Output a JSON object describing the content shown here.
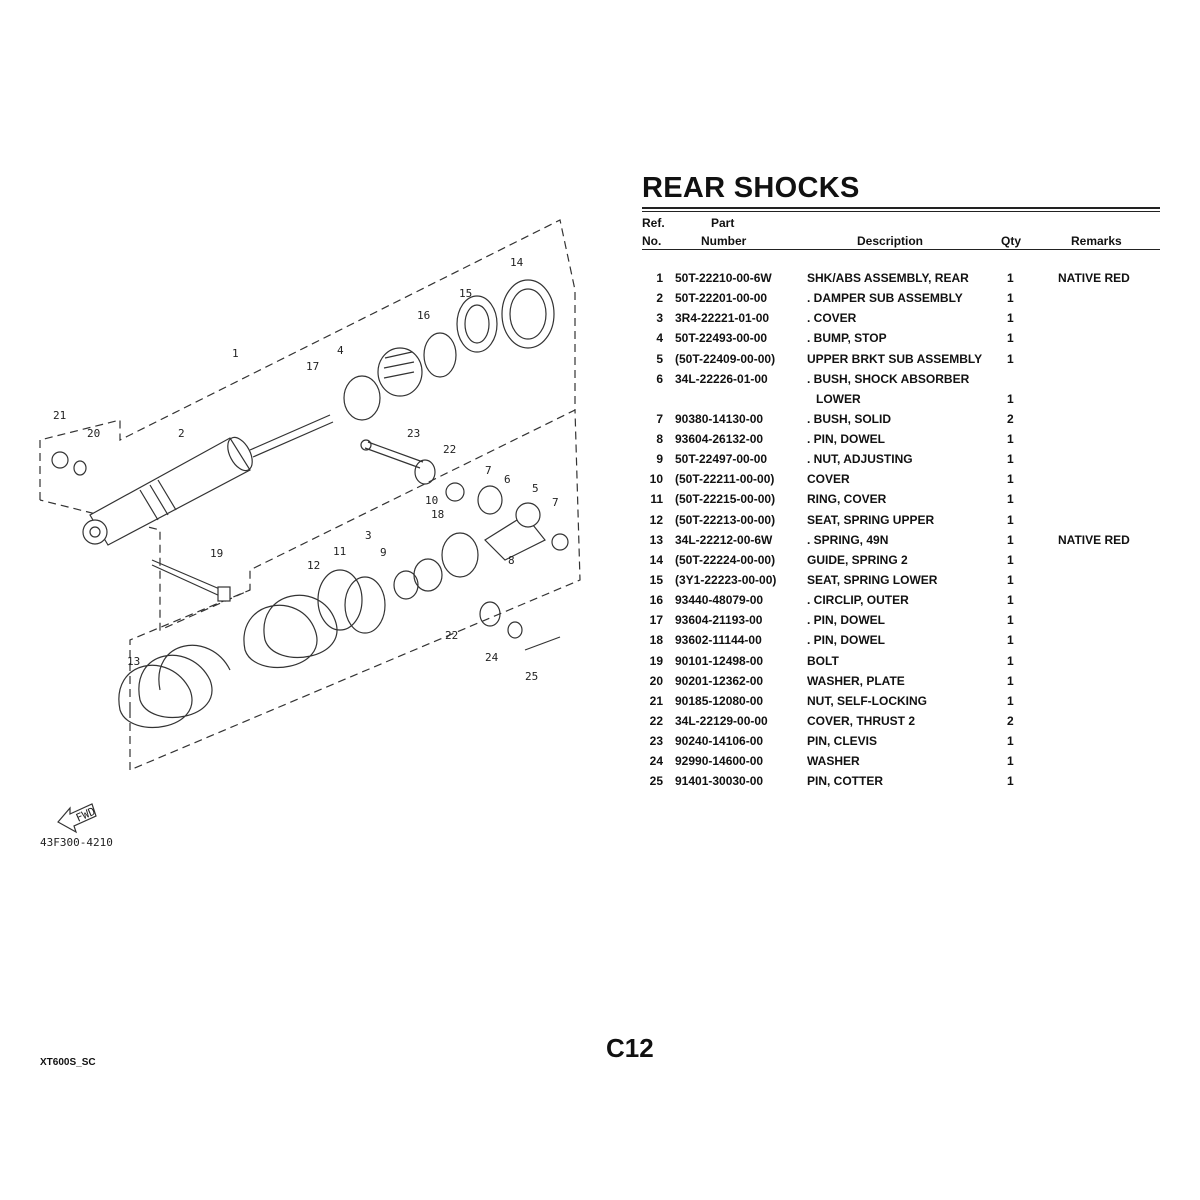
{
  "title": "REAR SHOCKS",
  "columns": {
    "ref_top": "Ref.",
    "ref_bottom": "No.",
    "part_top": "Part",
    "part_bottom": "Number",
    "description": "Description",
    "qty": "Qty",
    "remarks": "Remarks"
  },
  "rows": [
    {
      "ref": "1",
      "part": "50T-22210-00-6W",
      "desc": "SHK/ABS ASSEMBLY, REAR",
      "qty": "1",
      "remarks": "NATIVE RED"
    },
    {
      "ref": "2",
      "part": "50T-22201-00-00",
      "desc": ". DAMPER SUB ASSEMBLY",
      "qty": "1",
      "remarks": ""
    },
    {
      "ref": "3",
      "part": "3R4-22221-01-00",
      "desc": ". COVER",
      "qty": "1",
      "remarks": ""
    },
    {
      "ref": "4",
      "part": "50T-22493-00-00",
      "desc": ". BUMP, STOP",
      "qty": "1",
      "remarks": ""
    },
    {
      "ref": "5",
      "part": "(50T-22409-00-00)",
      "desc": "UPPER BRKT SUB ASSEMBLY",
      "qty": "1",
      "remarks": ""
    },
    {
      "ref": "6",
      "part": "34L-22226-01-00",
      "desc": ". BUSH, SHOCK ABSORBER",
      "desc2": "LOWER",
      "qty": "1",
      "remarks": ""
    },
    {
      "ref": "7",
      "part": "90380-14130-00",
      "desc": ". BUSH, SOLID",
      "qty": "2",
      "remarks": ""
    },
    {
      "ref": "8",
      "part": "93604-26132-00",
      "desc": ". PIN, DOWEL",
      "qty": "1",
      "remarks": ""
    },
    {
      "ref": "9",
      "part": "50T-22497-00-00",
      "desc": ". NUT, ADJUSTING",
      "qty": "1",
      "remarks": ""
    },
    {
      "ref": "10",
      "part": "(50T-22211-00-00)",
      "desc": "COVER",
      "qty": "1",
      "remarks": ""
    },
    {
      "ref": "11",
      "part": "(50T-22215-00-00)",
      "desc": "RING, COVER",
      "qty": "1",
      "remarks": ""
    },
    {
      "ref": "12",
      "part": "(50T-22213-00-00)",
      "desc": "SEAT, SPRING UPPER",
      "qty": "1",
      "remarks": ""
    },
    {
      "ref": "13",
      "part": "34L-22212-00-6W",
      "desc": ". SPRING, 49N",
      "qty": "1",
      "remarks": "NATIVE RED"
    },
    {
      "ref": "14",
      "part": "(50T-22224-00-00)",
      "desc": "GUIDE, SPRING 2",
      "qty": "1",
      "remarks": ""
    },
    {
      "ref": "15",
      "part": "(3Y1-22223-00-00)",
      "desc": "SEAT, SPRING LOWER",
      "qty": "1",
      "remarks": ""
    },
    {
      "ref": "16",
      "part": "93440-48079-00",
      "desc": ". CIRCLIP, OUTER",
      "qty": "1",
      "remarks": ""
    },
    {
      "ref": "17",
      "part": "93604-21193-00",
      "desc": ". PIN, DOWEL",
      "qty": "1",
      "remarks": ""
    },
    {
      "ref": "18",
      "part": "93602-11144-00",
      "desc": ". PIN, DOWEL",
      "qty": "1",
      "remarks": ""
    },
    {
      "ref": "19",
      "part": "90101-12498-00",
      "desc": "BOLT",
      "qty": "1",
      "remarks": ""
    },
    {
      "ref": "20",
      "part": "90201-12362-00",
      "desc": "WASHER, PLATE",
      "qty": "1",
      "remarks": ""
    },
    {
      "ref": "21",
      "part": "90185-12080-00",
      "desc": "NUT, SELF-LOCKING",
      "qty": "1",
      "remarks": ""
    },
    {
      "ref": "22",
      "part": "34L-22129-00-00",
      "desc": "COVER, THRUST 2",
      "qty": "2",
      "remarks": ""
    },
    {
      "ref": "23",
      "part": "90240-14106-00",
      "desc": "PIN, CLEVIS",
      "qty": "1",
      "remarks": ""
    },
    {
      "ref": "24",
      "part": "92990-14600-00",
      "desc": "WASHER",
      "qty": "1",
      "remarks": ""
    },
    {
      "ref": "25",
      "part": "91401-30030-00",
      "desc": "PIN, COTTER",
      "qty": "1",
      "remarks": ""
    }
  ],
  "diagram": {
    "code": "43F300-4210",
    "fwd": "FWD",
    "callouts": [
      {
        "n": "1"
      },
      {
        "n": "2"
      },
      {
        "n": "3"
      },
      {
        "n": "4"
      },
      {
        "n": "5"
      },
      {
        "n": "6"
      },
      {
        "n": "7"
      },
      {
        "n": "7"
      },
      {
        "n": "8"
      },
      {
        "n": "9"
      },
      {
        "n": "10"
      },
      {
        "n": "11"
      },
      {
        "n": "12"
      },
      {
        "n": "13"
      },
      {
        "n": "14"
      },
      {
        "n": "15"
      },
      {
        "n": "16"
      },
      {
        "n": "17"
      },
      {
        "n": "18"
      },
      {
        "n": "19"
      },
      {
        "n": "20"
      },
      {
        "n": "21"
      },
      {
        "n": "22"
      },
      {
        "n": "22"
      },
      {
        "n": "23"
      },
      {
        "n": "24"
      },
      {
        "n": "25"
      }
    ]
  },
  "footer": {
    "model": "XT600S_SC",
    "page": "C12"
  }
}
